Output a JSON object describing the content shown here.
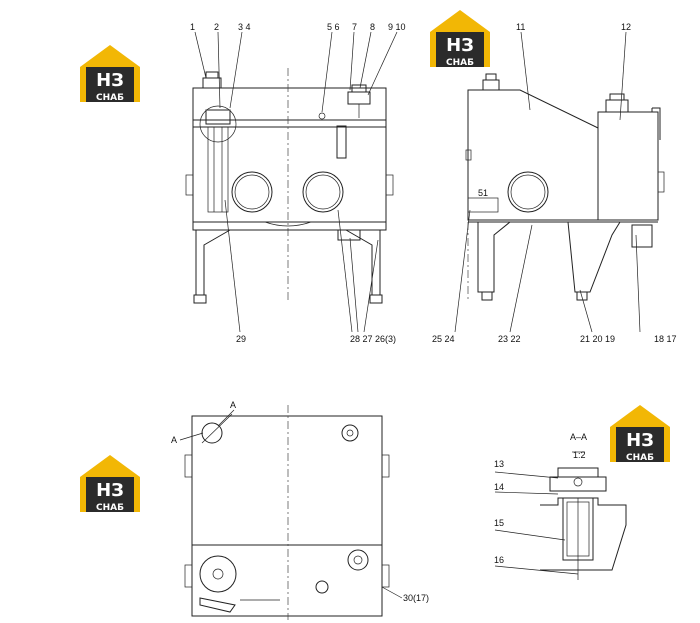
{
  "logo": {
    "big": "НЗ",
    "small": "СНАБ",
    "accent": "#f2b705",
    "dark": "#2b2b2b"
  },
  "front_view": {
    "top_labels": [
      "1",
      "2",
      "3 4",
      "5 6",
      "7",
      "8",
      "9 10"
    ],
    "bottom_labels": [
      "29",
      "28 27 26(3)"
    ]
  },
  "side_view": {
    "top_labels": [
      "11",
      "12"
    ],
    "bottom_labels": [
      "25 24",
      "23 22",
      "21 20 19",
      "18 17"
    ],
    "badge": "51"
  },
  "top_view": {
    "labels": [
      "A",
      "A",
      "30(17)"
    ]
  },
  "section_view": {
    "title": "A–A",
    "scale": "1:2",
    "labels": [
      "13",
      "14",
      "15",
      "16"
    ]
  }
}
